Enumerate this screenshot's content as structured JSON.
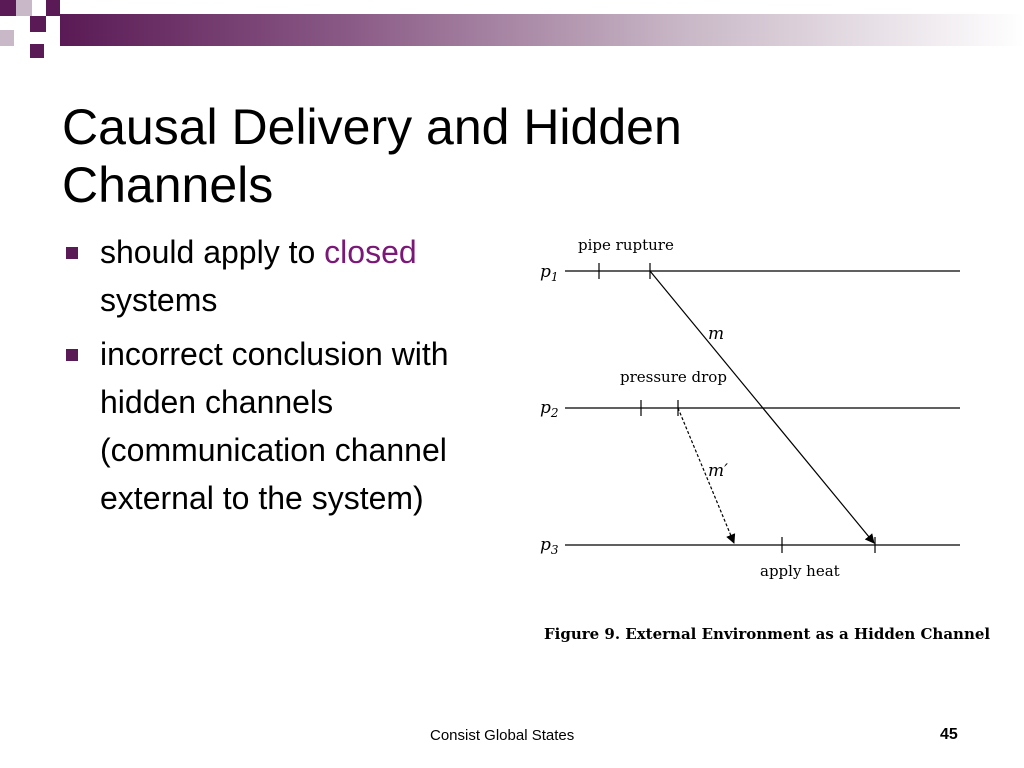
{
  "slide": {
    "title": "Causal Delivery and Hidden Channels",
    "bullets": [
      {
        "before": "should apply to ",
        "accent": "closed",
        "after": " systems"
      },
      {
        "text": "incorrect conclusion with hidden channels (communication channel external to the system)"
      }
    ],
    "footer": "Consist Global States",
    "page_number": "45",
    "accent_color": "#7b1777",
    "brand_color": "#5a1a55"
  },
  "figure": {
    "processes": [
      "p",
      "p",
      "p"
    ],
    "process_subscripts": [
      "1",
      "2",
      "3"
    ],
    "events": {
      "p1": "pipe rupture",
      "p2": "pressure drop",
      "p3": "apply heat"
    },
    "messages": [
      "m",
      "m′"
    ],
    "caption": "Figure 9.  External Environment as a Hidden Channel"
  }
}
